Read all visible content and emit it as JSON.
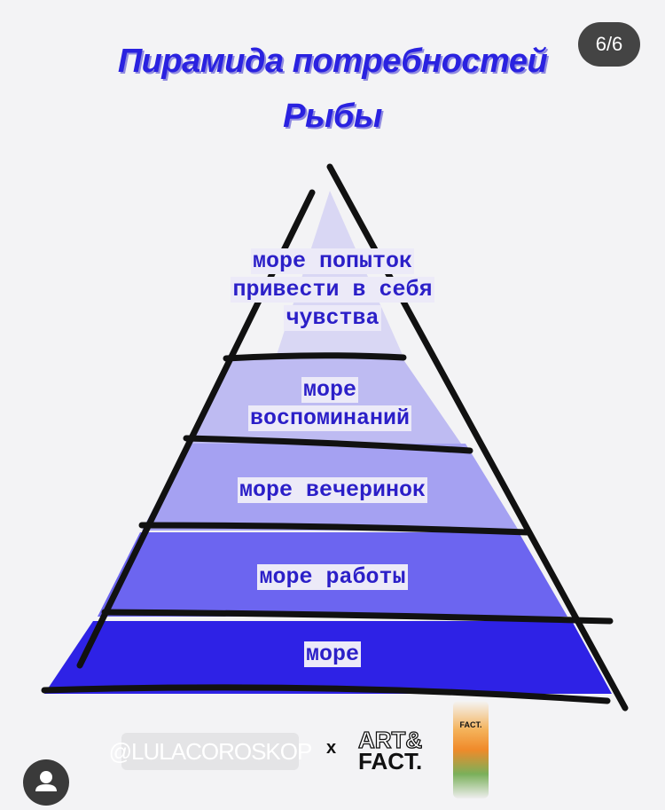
{
  "title": {
    "line1": "Пирамида потребностей",
    "line2": "Рыбы"
  },
  "counter": "6/6",
  "pyramid": {
    "levels": [
      {
        "label_lines": [
          "море попыток",
          "привести в себя",
          "чувства"
        ],
        "color": "#d9d7f4"
      },
      {
        "label_lines": [
          "море",
          "воспоминаний"
        ],
        "color": "#bebbf2"
      },
      {
        "label_lines": [
          "море вечеринок"
        ],
        "color": "#a5a1f2"
      },
      {
        "label_lines": [
          "море работы"
        ],
        "color": "#6c65f0"
      },
      {
        "label_lines": [
          "море"
        ],
        "color": "#2e22e6"
      }
    ]
  },
  "footer": {
    "handle": "@LULACOROSKOP",
    "x": "x",
    "brand_line1": "ART&",
    "brand_line2": "FACT.",
    "tube_text": "FACT."
  }
}
